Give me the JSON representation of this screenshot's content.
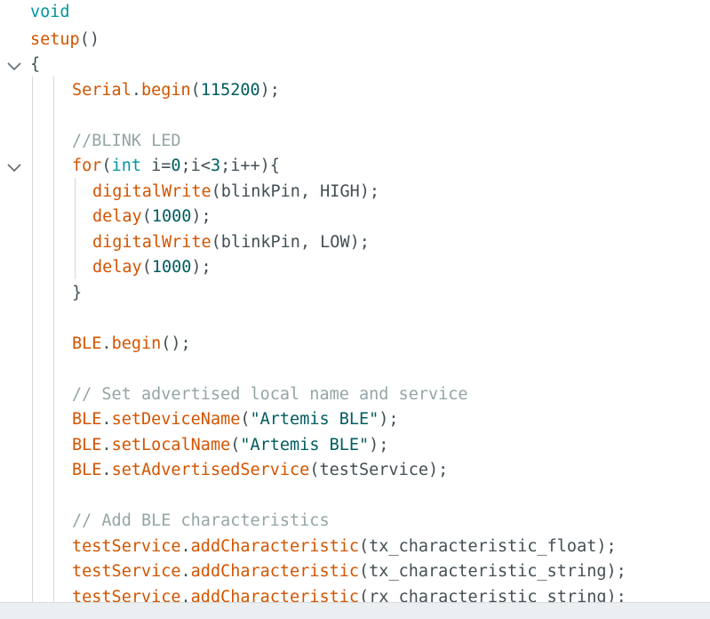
{
  "editor": {
    "lines": [
      [
        {
          "t": "void",
          "c": "kw"
        }
      ],
      [
        {
          "t": "setup",
          "c": "fn"
        },
        {
          "t": "()",
          "c": "pl"
        }
      ],
      [
        {
          "t": "{",
          "c": "pl"
        }
      ],
      [
        {
          "t": "Serial",
          "c": "fn"
        },
        {
          "t": ".",
          "c": "pl"
        },
        {
          "t": "begin",
          "c": "fn"
        },
        {
          "t": "(",
          "c": "pl"
        },
        {
          "t": "115200",
          "c": "num"
        },
        {
          "t": ");",
          "c": "pl"
        }
      ],
      [],
      [
        {
          "t": "//BLINK LED",
          "c": "cm"
        }
      ],
      [
        {
          "t": "for",
          "c": "fn"
        },
        {
          "t": "(",
          "c": "pl"
        },
        {
          "t": "int",
          "c": "kw"
        },
        {
          "t": " i=",
          "c": "pl"
        },
        {
          "t": "0",
          "c": "num"
        },
        {
          "t": ";i<",
          "c": "pl"
        },
        {
          "t": "3",
          "c": "num"
        },
        {
          "t": ";i++){",
          "c": "pl"
        }
      ],
      [
        {
          "t": "digitalWrite",
          "c": "fn"
        },
        {
          "t": "(blinkPin, HIGH);",
          "c": "pl"
        }
      ],
      [
        {
          "t": "delay",
          "c": "fn"
        },
        {
          "t": "(",
          "c": "pl"
        },
        {
          "t": "1000",
          "c": "num"
        },
        {
          "t": ");",
          "c": "pl"
        }
      ],
      [
        {
          "t": "digitalWrite",
          "c": "fn"
        },
        {
          "t": "(blinkPin, LOW);",
          "c": "pl"
        }
      ],
      [
        {
          "t": "delay",
          "c": "fn"
        },
        {
          "t": "(",
          "c": "pl"
        },
        {
          "t": "1000",
          "c": "num"
        },
        {
          "t": ");",
          "c": "pl"
        }
      ],
      [
        {
          "t": "}",
          "c": "pl"
        }
      ],
      [],
      [
        {
          "t": "BLE",
          "c": "fn"
        },
        {
          "t": ".",
          "c": "pl"
        },
        {
          "t": "begin",
          "c": "fn"
        },
        {
          "t": "();",
          "c": "pl"
        }
      ],
      [],
      [
        {
          "t": "// Set advertised local name and service",
          "c": "cm"
        }
      ],
      [
        {
          "t": "BLE",
          "c": "fn"
        },
        {
          "t": ".",
          "c": "pl"
        },
        {
          "t": "setDeviceName",
          "c": "fn"
        },
        {
          "t": "(",
          "c": "pl"
        },
        {
          "t": "\"Artemis BLE\"",
          "c": "str"
        },
        {
          "t": ");",
          "c": "pl"
        }
      ],
      [
        {
          "t": "BLE",
          "c": "fn"
        },
        {
          "t": ".",
          "c": "pl"
        },
        {
          "t": "setLocalName",
          "c": "fn"
        },
        {
          "t": "(",
          "c": "pl"
        },
        {
          "t": "\"Artemis BLE\"",
          "c": "str"
        },
        {
          "t": ");",
          "c": "pl"
        }
      ],
      [
        {
          "t": "BLE",
          "c": "fn"
        },
        {
          "t": ".",
          "c": "pl"
        },
        {
          "t": "setAdvertisedService",
          "c": "fn"
        },
        {
          "t": "(testService);",
          "c": "pl"
        }
      ],
      [],
      [
        {
          "t": "// Add BLE characteristics",
          "c": "cm"
        }
      ],
      [
        {
          "t": "testService",
          "c": "fn"
        },
        {
          "t": ".",
          "c": "pl"
        },
        {
          "t": "addCharacteristic",
          "c": "fn"
        },
        {
          "t": "(tx_characteristic_float);",
          "c": "pl"
        }
      ],
      [
        {
          "t": "testService",
          "c": "fn"
        },
        {
          "t": ".",
          "c": "pl"
        },
        {
          "t": "addCharacteristic",
          "c": "fn"
        },
        {
          "t": "(tx_characteristic_string);",
          "c": "pl"
        }
      ],
      [
        {
          "t": "testService",
          "c": "fn"
        },
        {
          "t": ".",
          "c": "pl"
        },
        {
          "t": "addCharacteristic",
          "c": "fn"
        },
        {
          "t": "(rx_characteristic_string);",
          "c": "pl"
        }
      ]
    ],
    "fold_icons": [
      "chevron-down-icon",
      "chevron-down-icon"
    ]
  }
}
